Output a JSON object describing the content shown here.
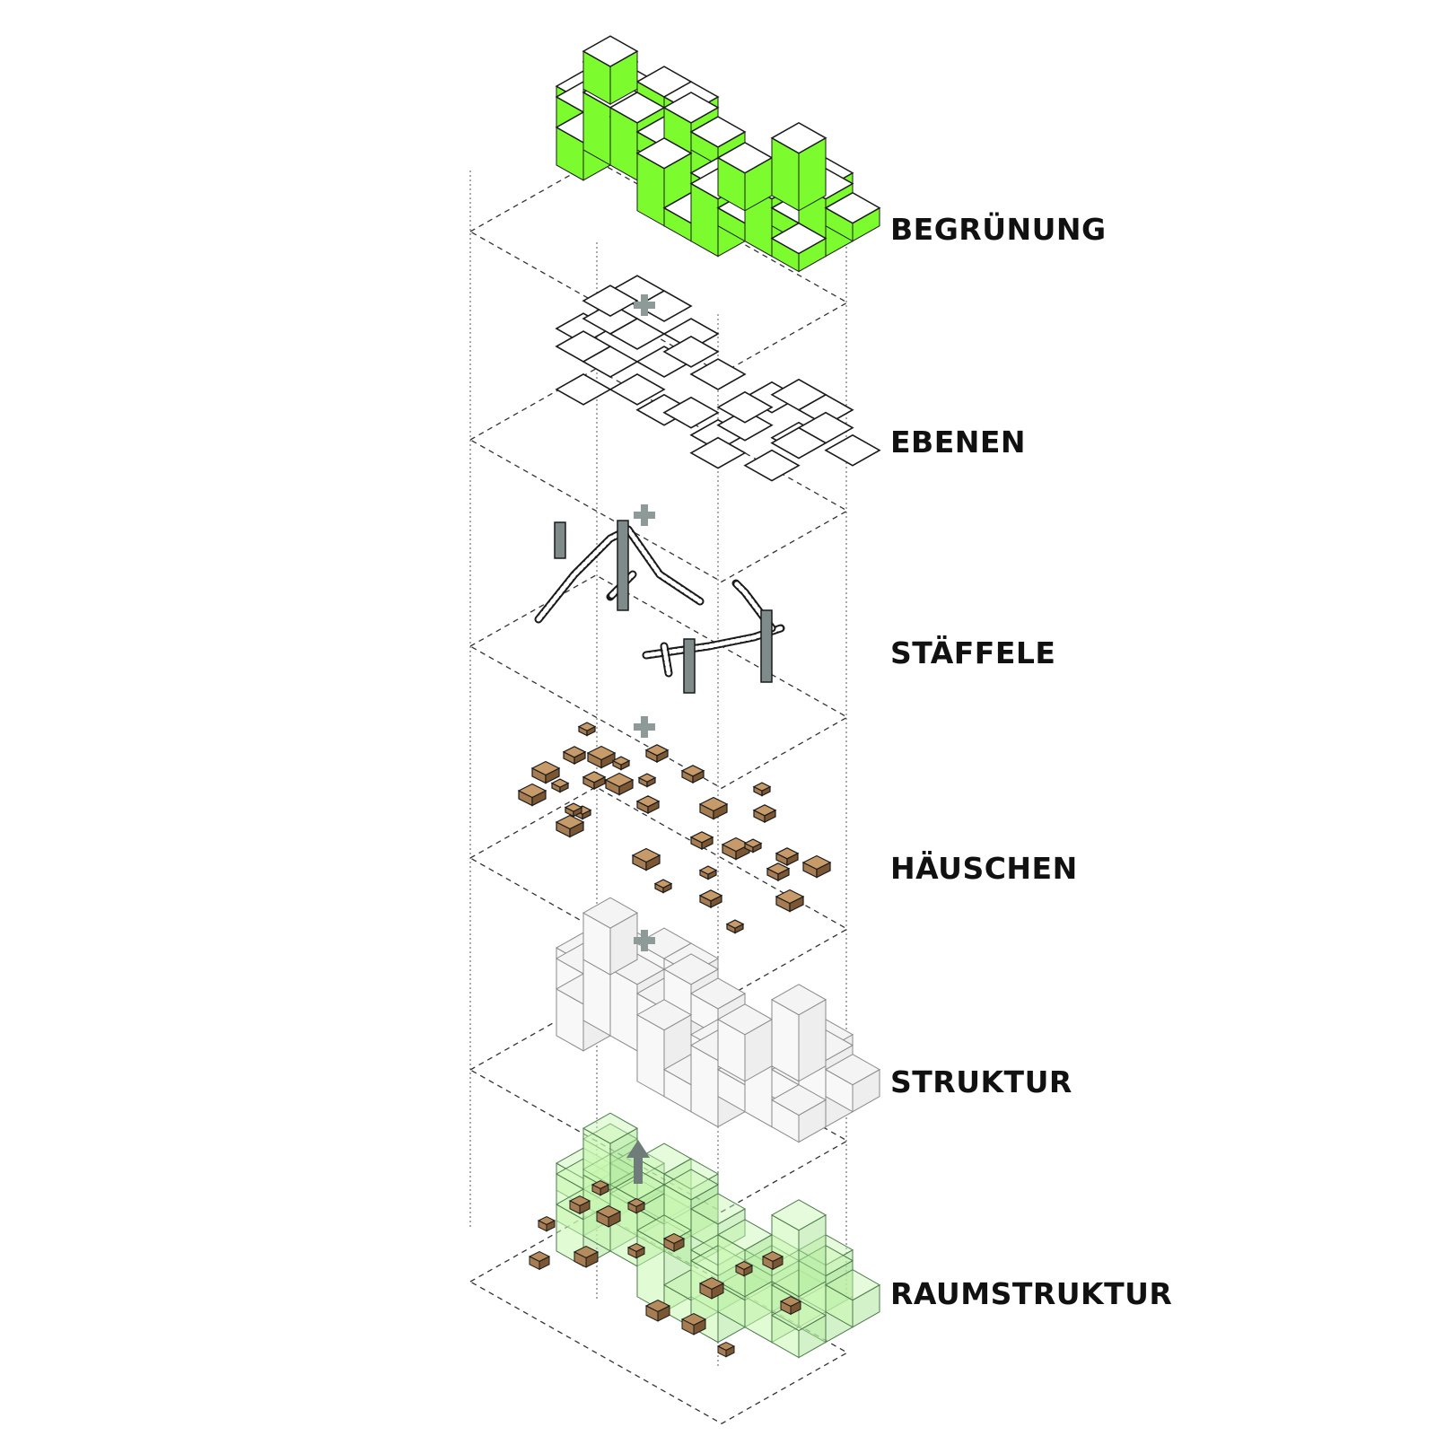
{
  "layers": [
    {
      "id": "begruenung",
      "label": "BEGRÜNUNG"
    },
    {
      "id": "ebenen",
      "label": "EBENEN"
    },
    {
      "id": "staeffele",
      "label": "STÄFFELE"
    },
    {
      "id": "haeuschen",
      "label": "HÄUSCHEN"
    },
    {
      "id": "struktur",
      "label": "STRUKTUR"
    },
    {
      "id": "raumstruktur",
      "label": "RAUMSTRUKTUR"
    }
  ],
  "colors": {
    "greenery": "#7CFC2E",
    "greenery_light": "#C8F7B0",
    "house": "#A67C52",
    "house_dark": "#7A5633",
    "stair_post": "#7E8B8A",
    "plus_sign": "#8E9A98",
    "arrow": "#6F7C7A",
    "line": "#1A1A1A"
  },
  "icons": {
    "connector": "plus-icon",
    "result": "arrow-up-icon"
  }
}
